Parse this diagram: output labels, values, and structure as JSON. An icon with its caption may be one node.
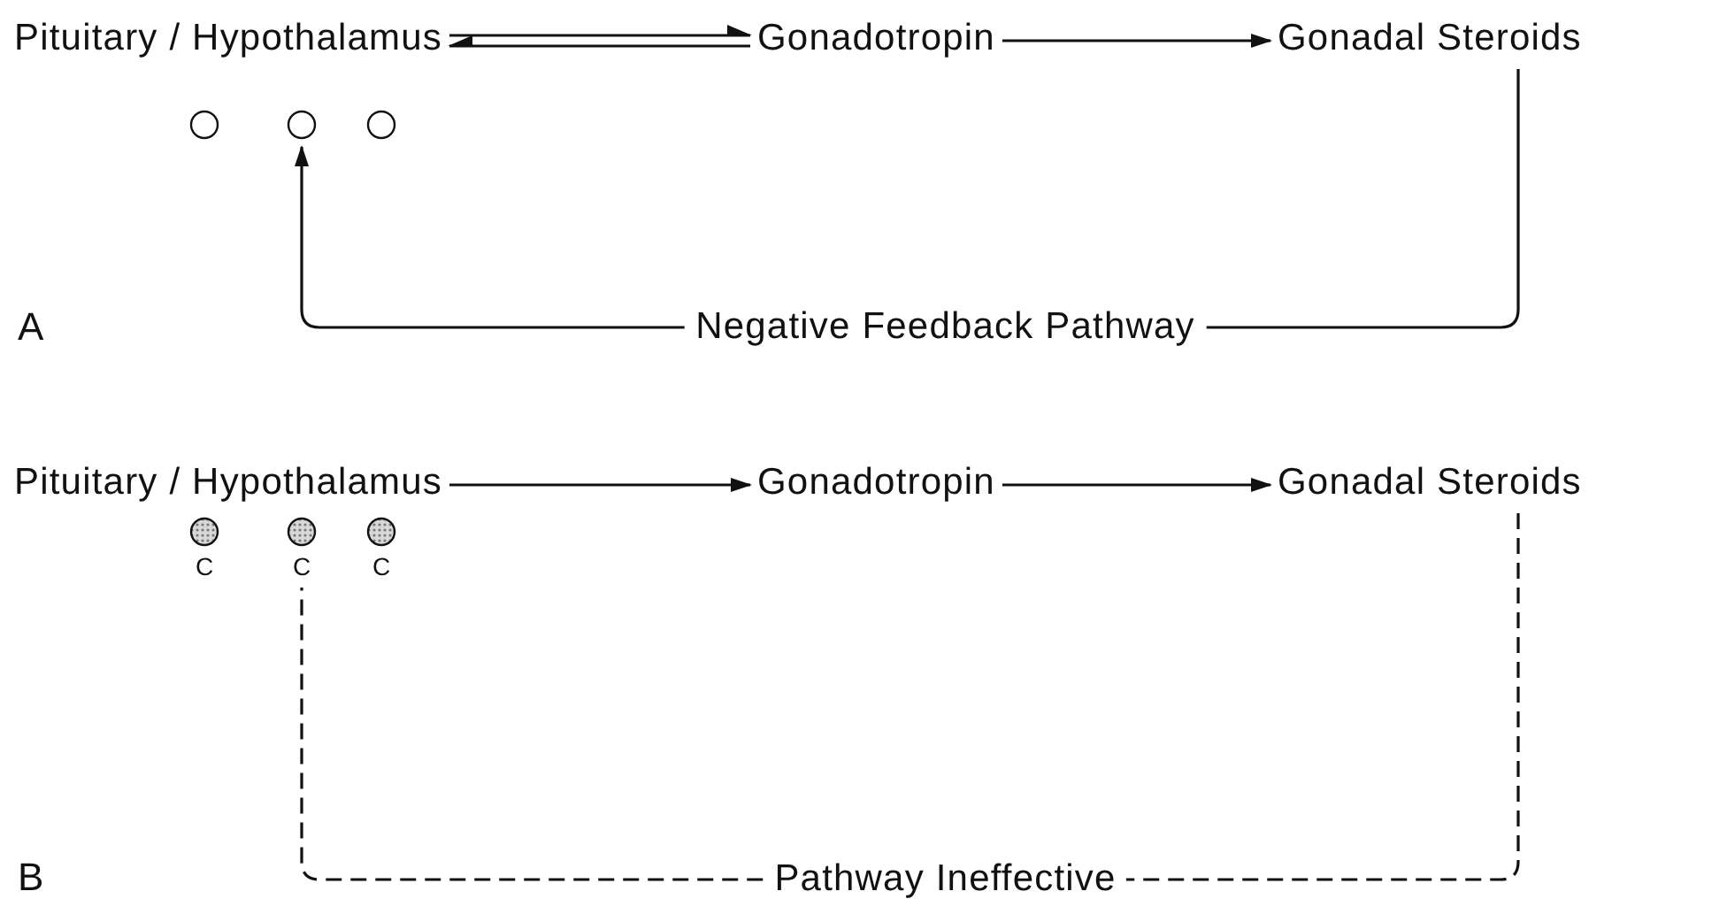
{
  "diagram": {
    "nodes": [
      {
        "text": [
          "Pituitary / Hypothalamus"
        ]
      },
      {
        "text": [
          "Gonadotropin"
        ]
      },
      {
        "text": [
          "Gonadal Steroids"
        ]
      },
      {
        "text": [],
        "shape": "circle"
      },
      {
        "text": [],
        "shape": "circle"
      },
      {
        "text": [],
        "shape": "circle"
      },
      {
        "text": [
          "Pituitary / Hypothalamus"
        ]
      },
      {
        "text": [
          "Gonadotropin"
        ]
      },
      {
        "text": [
          "Gonadal Steroids"
        ]
      },
      {
        "text": [],
        "shape": "circle",
        "beside": [
          "C"
        ]
      },
      {
        "text": [],
        "shape": "circle",
        "beside": [
          "C"
        ]
      },
      {
        "text": [],
        "shape": "circle",
        "beside": [
          "C"
        ]
      }
    ],
    "edges": [
      {
        "from": 0,
        "to": 1,
        "arrow": "to"
      },
      {
        "from": 1,
        "to": 0,
        "arrow": "to"
      },
      {
        "from": 1,
        "to": 2,
        "arrow": "to"
      },
      {
        "from": 2,
        "to": 4,
        "arrow": "to",
        "label": "Negative Feedback Pathway"
      },
      {
        "from": 6,
        "to": 7,
        "arrow": "to"
      },
      {
        "from": 7,
        "to": 8,
        "arrow": "to"
      },
      {
        "from": 8,
        "to": 10,
        "arrow": "none",
        "label": "Pathway Ineffective",
        "style": "dashed"
      }
    ],
    "labels": [
      "A",
      "B"
    ]
  }
}
